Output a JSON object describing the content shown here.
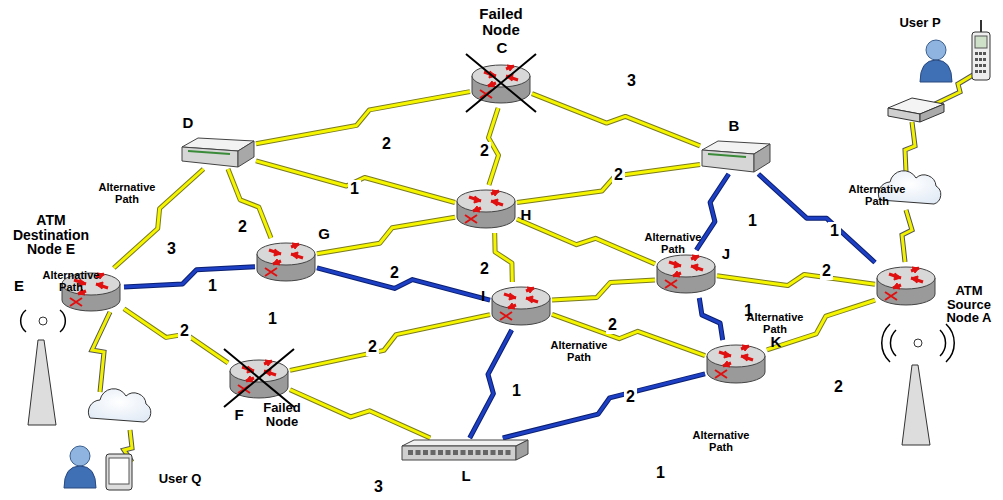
{
  "diagram": {
    "nodes": [
      {
        "text": [
          "ATM Source Node A"
        ]
      },
      {
        "text": [
          "B"
        ]
      },
      {
        "text": [
          "Failed Node",
          "C"
        ]
      },
      {
        "text": [
          "D"
        ]
      },
      {
        "text": [
          "ATM Destination Node E",
          "E"
        ]
      },
      {
        "text": [
          "F",
          "Failed Node"
        ]
      },
      {
        "text": [
          "G"
        ]
      },
      {
        "text": [
          "H"
        ]
      },
      {
        "text": [
          "I"
        ]
      },
      {
        "text": [
          "J"
        ]
      },
      {
        "text": [
          "K"
        ]
      },
      {
        "text": [
          "L"
        ]
      },
      {
        "text": [
          "User P"
        ]
      },
      {
        "text": [
          "User Q"
        ]
      }
    ],
    "edges": [
      {
        "from": 2,
        "to": 3,
        "label": "2",
        "arrow": "none"
      },
      {
        "from": 2,
        "to": 1,
        "label": "3",
        "arrow": "none"
      },
      {
        "from": 2,
        "to": 7,
        "label": "2",
        "arrow": "none"
      },
      {
        "from": 3,
        "to": 7,
        "label": "1",
        "arrow": "none"
      },
      {
        "from": 3,
        "to": 4,
        "label": "3",
        "arrow": "none"
      },
      {
        "from": 3,
        "to": 6,
        "label": "2",
        "arrow": "none"
      },
      {
        "from": 7,
        "to": 1,
        "label": "2",
        "arrow": "none"
      },
      {
        "from": 7,
        "to": 6,
        "arrow": "none"
      },
      {
        "from": 7,
        "to": 8,
        "label": "2",
        "arrow": "none"
      },
      {
        "from": 7,
        "to": 9,
        "arrow": "none"
      },
      {
        "from": 1,
        "to": 9,
        "label": "1",
        "arrow": "none"
      },
      {
        "from": 1,
        "to": 0,
        "label": "1",
        "arrow": "none"
      },
      {
        "from": 9,
        "to": 0,
        "label": "2",
        "arrow": "none"
      },
      {
        "from": 9,
        "to": 8,
        "label": "2",
        "arrow": "none"
      },
      {
        "from": 9,
        "to": 10,
        "label": "1",
        "arrow": "none"
      },
      {
        "from": 8,
        "to": 10,
        "label": "2",
        "arrow": "none"
      },
      {
        "from": 8,
        "to": 6,
        "label": "2",
        "arrow": "none"
      },
      {
        "from": 8,
        "to": 11,
        "label": "1",
        "arrow": "none"
      },
      {
        "from": 11,
        "to": 10,
        "label": "1",
        "arrow": "none"
      },
      {
        "from": 11,
        "to": 5,
        "label": "3",
        "arrow": "none"
      },
      {
        "from": 5,
        "to": 4,
        "label": "2",
        "arrow": "none"
      },
      {
        "from": 5,
        "to": 8,
        "label": "2",
        "arrow": "none"
      },
      {
        "from": 0,
        "to": 10,
        "label": "2",
        "arrow": "none"
      },
      {
        "from": 4,
        "to": 6,
        "label": "1",
        "arrow": "none"
      }
    ],
    "labels": [
      "Alternative Path",
      "Alternative Path",
      "Alternative Path",
      "Alternative Path",
      "Alternative Path",
      "Alternative Path",
      "Alternative Path",
      "1"
    ]
  }
}
